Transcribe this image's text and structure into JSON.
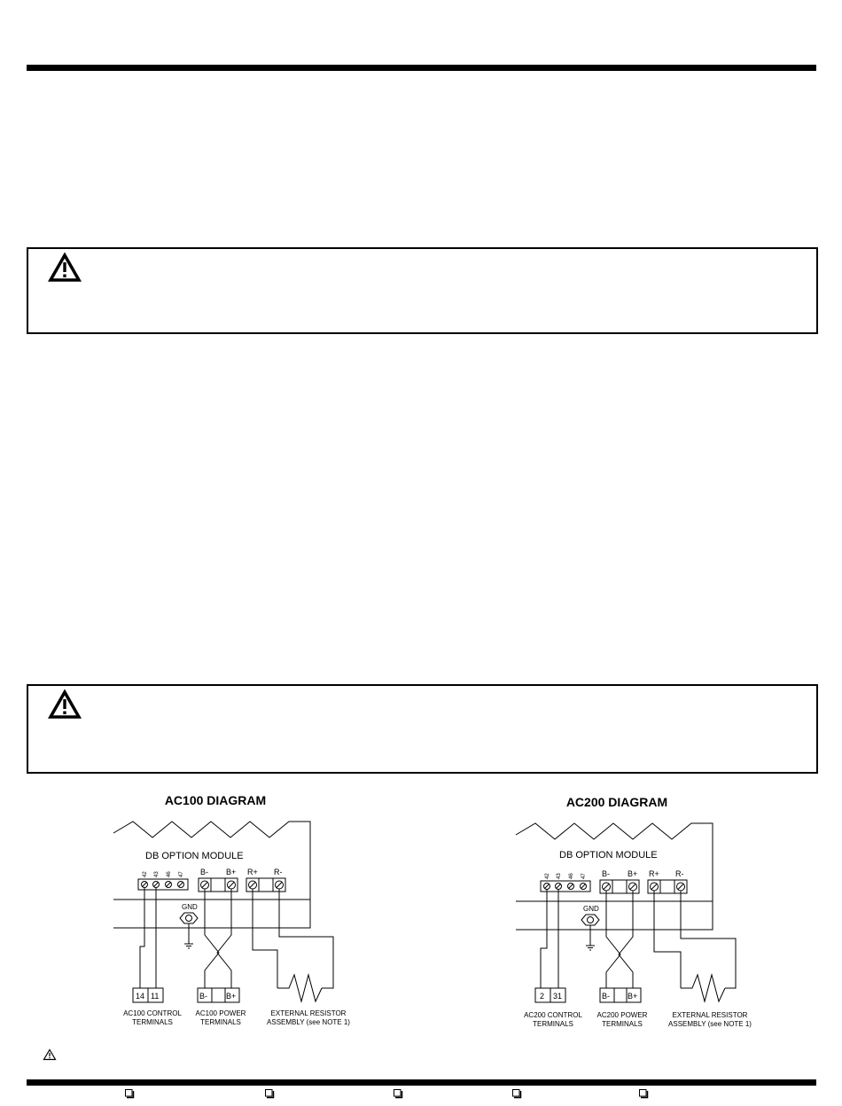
{
  "icons": {
    "warning": "warning-triangle-icon",
    "checkbox": "checkbox-icon"
  },
  "diagrams": {
    "ac100": {
      "title": "AC100 DIAGRAM",
      "module_label": "DB OPTION MODULE",
      "control_terminal_numbers": [
        "42",
        "43",
        "46",
        "47"
      ],
      "power_labels": {
        "bminus": "B-",
        "bplus": "B+"
      },
      "resistor_labels": {
        "rplus": "R+",
        "rminus": "R-"
      },
      "gnd_label": "GND",
      "control_box": [
        "14",
        "11"
      ],
      "power_box": [
        "B-",
        "B+"
      ],
      "control_caption": [
        "AC100 CONTROL",
        "TERMINALS"
      ],
      "power_caption": [
        "AC100 POWER",
        "TERMINALS"
      ],
      "resistor_caption": [
        "EXTERNAL RESISTOR",
        "ASSEMBLY (see NOTE 1)"
      ]
    },
    "ac200": {
      "title": "AC200 DIAGRAM",
      "module_label": "DB OPTION MODULE",
      "control_terminal_numbers": [
        "42",
        "43",
        "46",
        "47"
      ],
      "power_labels": {
        "bminus": "B-",
        "bplus": "B+"
      },
      "resistor_labels": {
        "rplus": "R+",
        "rminus": "R-"
      },
      "gnd_label": "GND",
      "control_box": [
        "2",
        "31"
      ],
      "power_box": [
        "B-",
        "B+"
      ],
      "control_caption": [
        "AC200 CONTROL",
        "TERMINALS"
      ],
      "power_caption": [
        "AC200 POWER",
        "TERMINALS"
      ],
      "resistor_caption": [
        "EXTERNAL RESISTOR",
        "ASSEMBLY (see NOTE 1)"
      ]
    }
  }
}
